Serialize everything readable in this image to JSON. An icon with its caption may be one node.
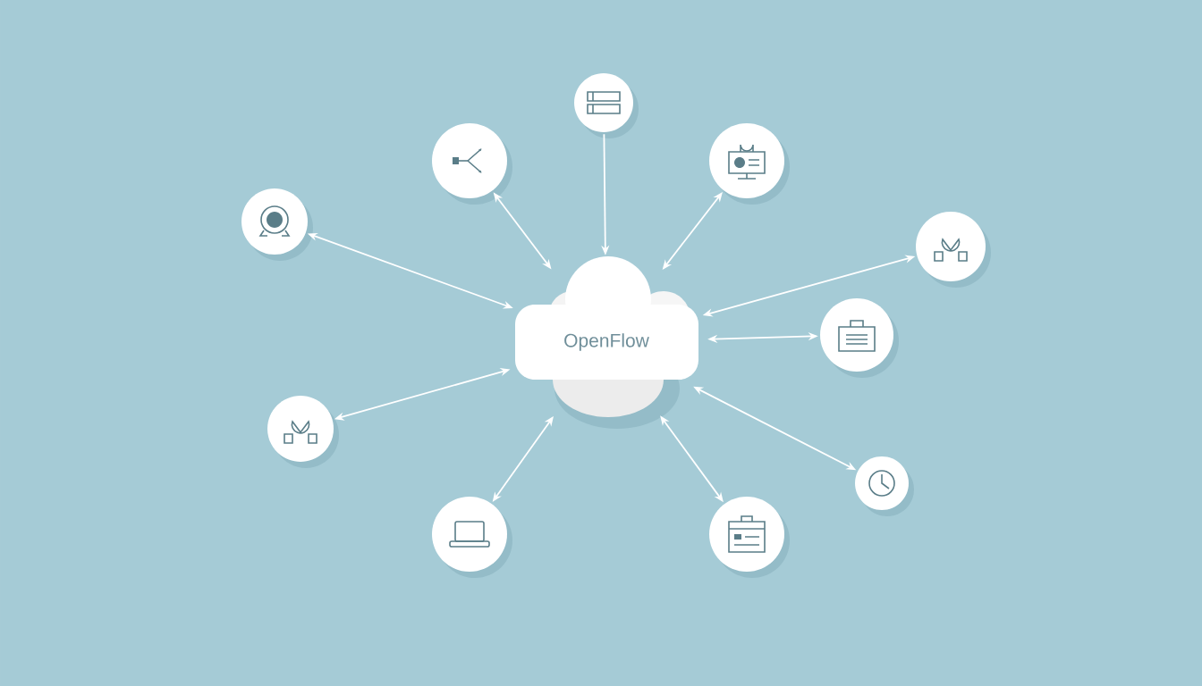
{
  "diagram": {
    "nodes": [
      {
        "text": [
          "OpenFlow"
        ]
      },
      {
        "text": [],
        "shape": "circle"
      },
      {
        "text": [],
        "shape": "circle"
      },
      {
        "text": [],
        "shape": "circle"
      },
      {
        "text": [],
        "shape": "circle"
      },
      {
        "text": [],
        "shape": "circle"
      },
      {
        "text": [],
        "shape": "circle"
      },
      {
        "text": [],
        "shape": "circle"
      },
      {
        "text": [],
        "shape": "circle"
      },
      {
        "text": [],
        "shape": "circle"
      },
      {
        "text": [],
        "shape": "circle"
      }
    ],
    "edges": [
      {
        "from": 1,
        "to": 0,
        "arrow": "to"
      },
      {
        "from": 2,
        "to": 0,
        "arrow": "both"
      },
      {
        "from": 3,
        "to": 0,
        "arrow": "both"
      },
      {
        "from": 4,
        "to": 0,
        "arrow": "both"
      },
      {
        "from": 5,
        "to": 0,
        "arrow": "both"
      },
      {
        "from": 6,
        "to": 0,
        "arrow": "both"
      },
      {
        "from": 7,
        "to": 0,
        "arrow": "both"
      },
      {
        "from": 8,
        "to": 0,
        "arrow": "both"
      },
      {
        "from": 9,
        "to": 0,
        "arrow": "both"
      },
      {
        "from": 10,
        "to": 0,
        "arrow": "both"
      }
    ]
  }
}
